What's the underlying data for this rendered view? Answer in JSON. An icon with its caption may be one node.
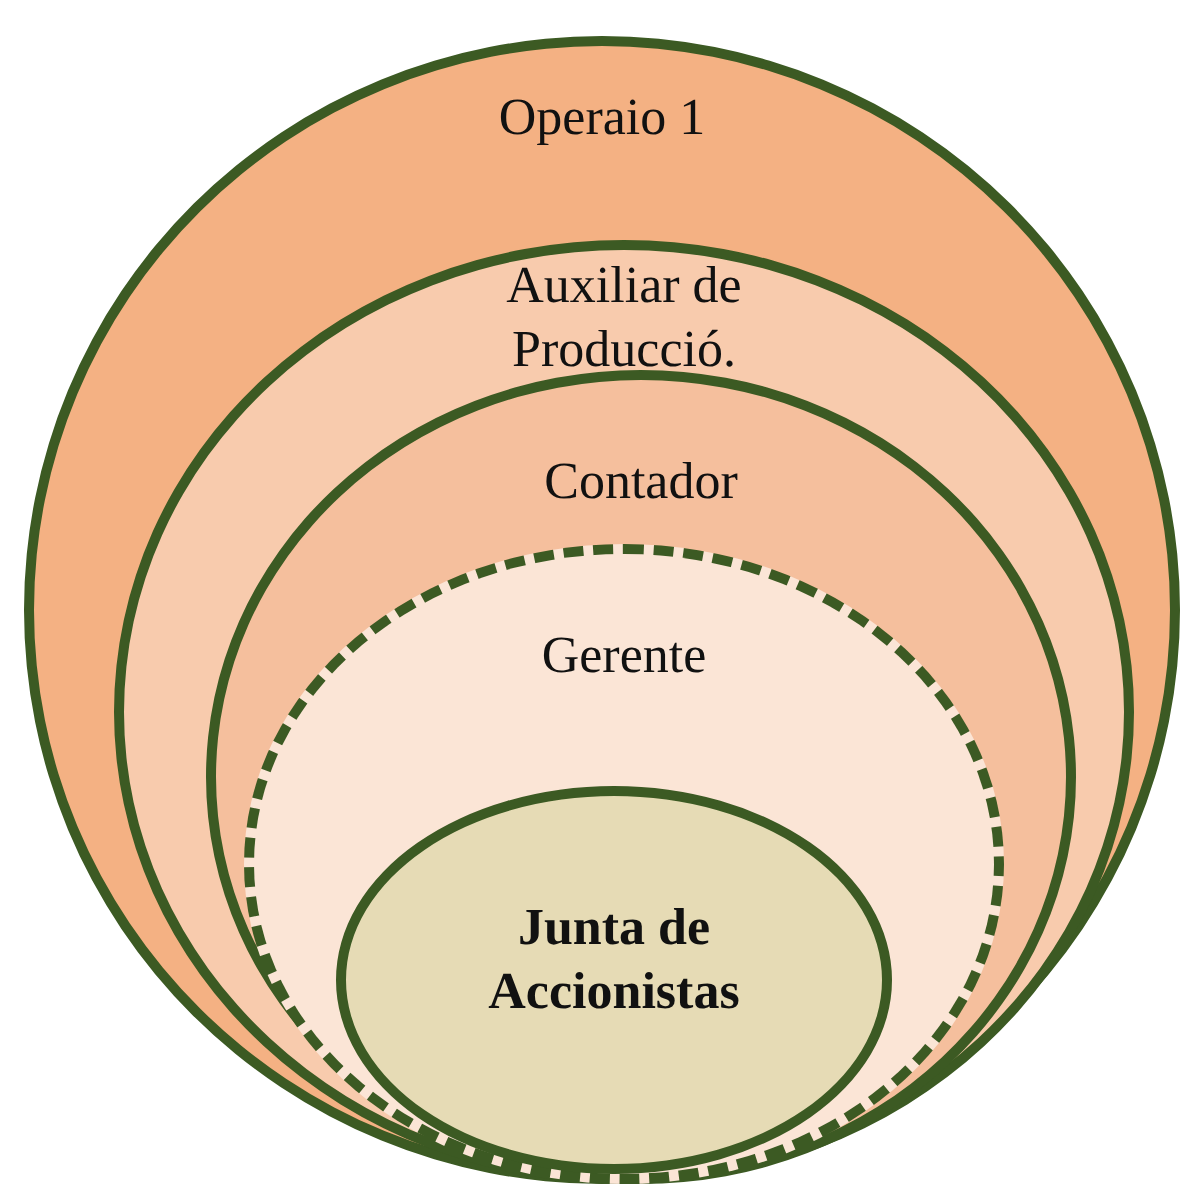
{
  "diagram": {
    "nodes": [
      {
        "text": [
          "Operaio 1"
        ]
      },
      {
        "text": [
          "Auxiliar de Producció."
        ],
        "in": 0
      },
      {
        "text": [
          "Contador"
        ],
        "in": 1
      },
      {
        "text": [
          "Gerente"
        ],
        "in": 2
      },
      {
        "text": [
          "Junta de Accionistas"
        ],
        "in": 3
      }
    ]
  }
}
